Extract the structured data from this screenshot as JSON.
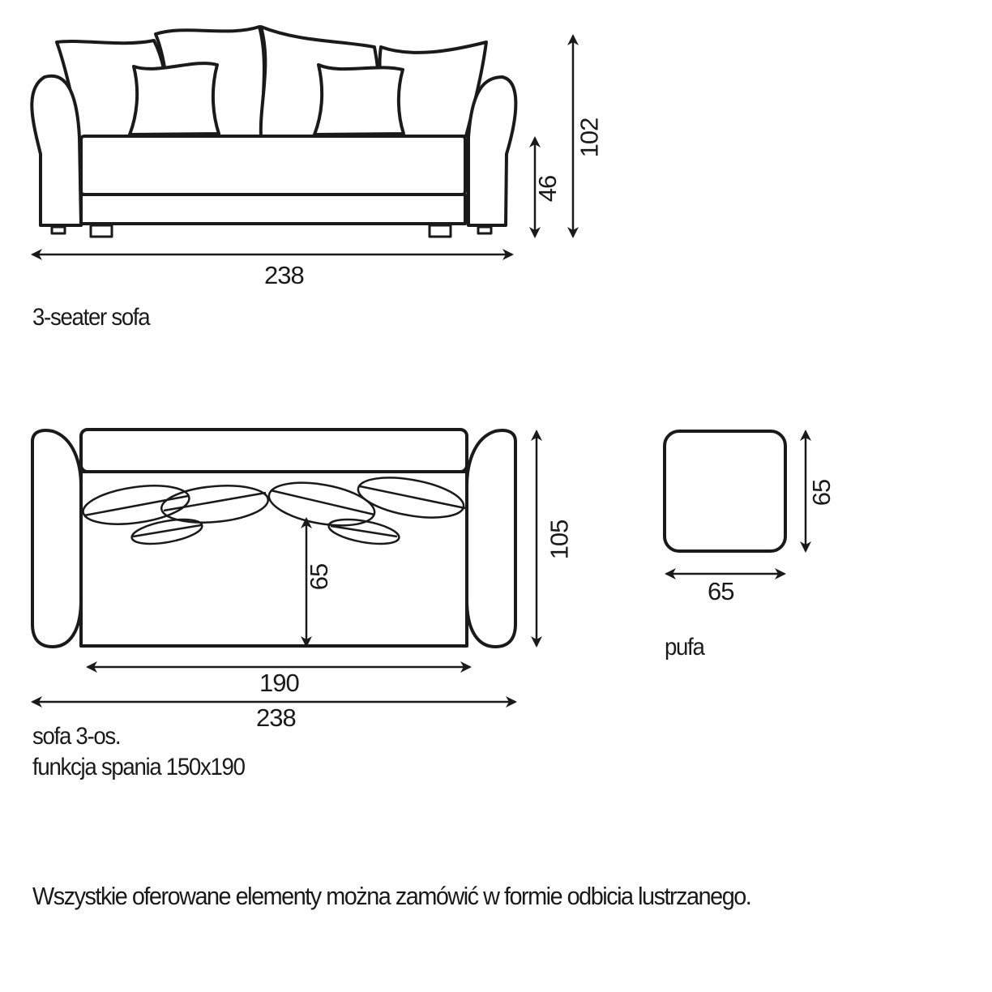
{
  "views": {
    "front": {
      "caption": "3-seater sofa",
      "width_label": "238",
      "seat_height_label": "46",
      "total_height_label": "102"
    },
    "top": {
      "caption_line1": "sofa 3-os.",
      "caption_line2": "funkcja spania 150x190",
      "bed_width_label": "190",
      "total_width_label": "238",
      "bed_depth_label": "65",
      "total_depth_label": "105"
    },
    "pouf": {
      "caption": "pufa",
      "width_label": "65",
      "depth_label": "65"
    }
  },
  "footer": {
    "note": "Wszystkie oferowane elementy można zamówić w formie odbicia lustrzanego."
  },
  "colors": {
    "line": "#1a1a1a",
    "background": "#ffffff"
  }
}
